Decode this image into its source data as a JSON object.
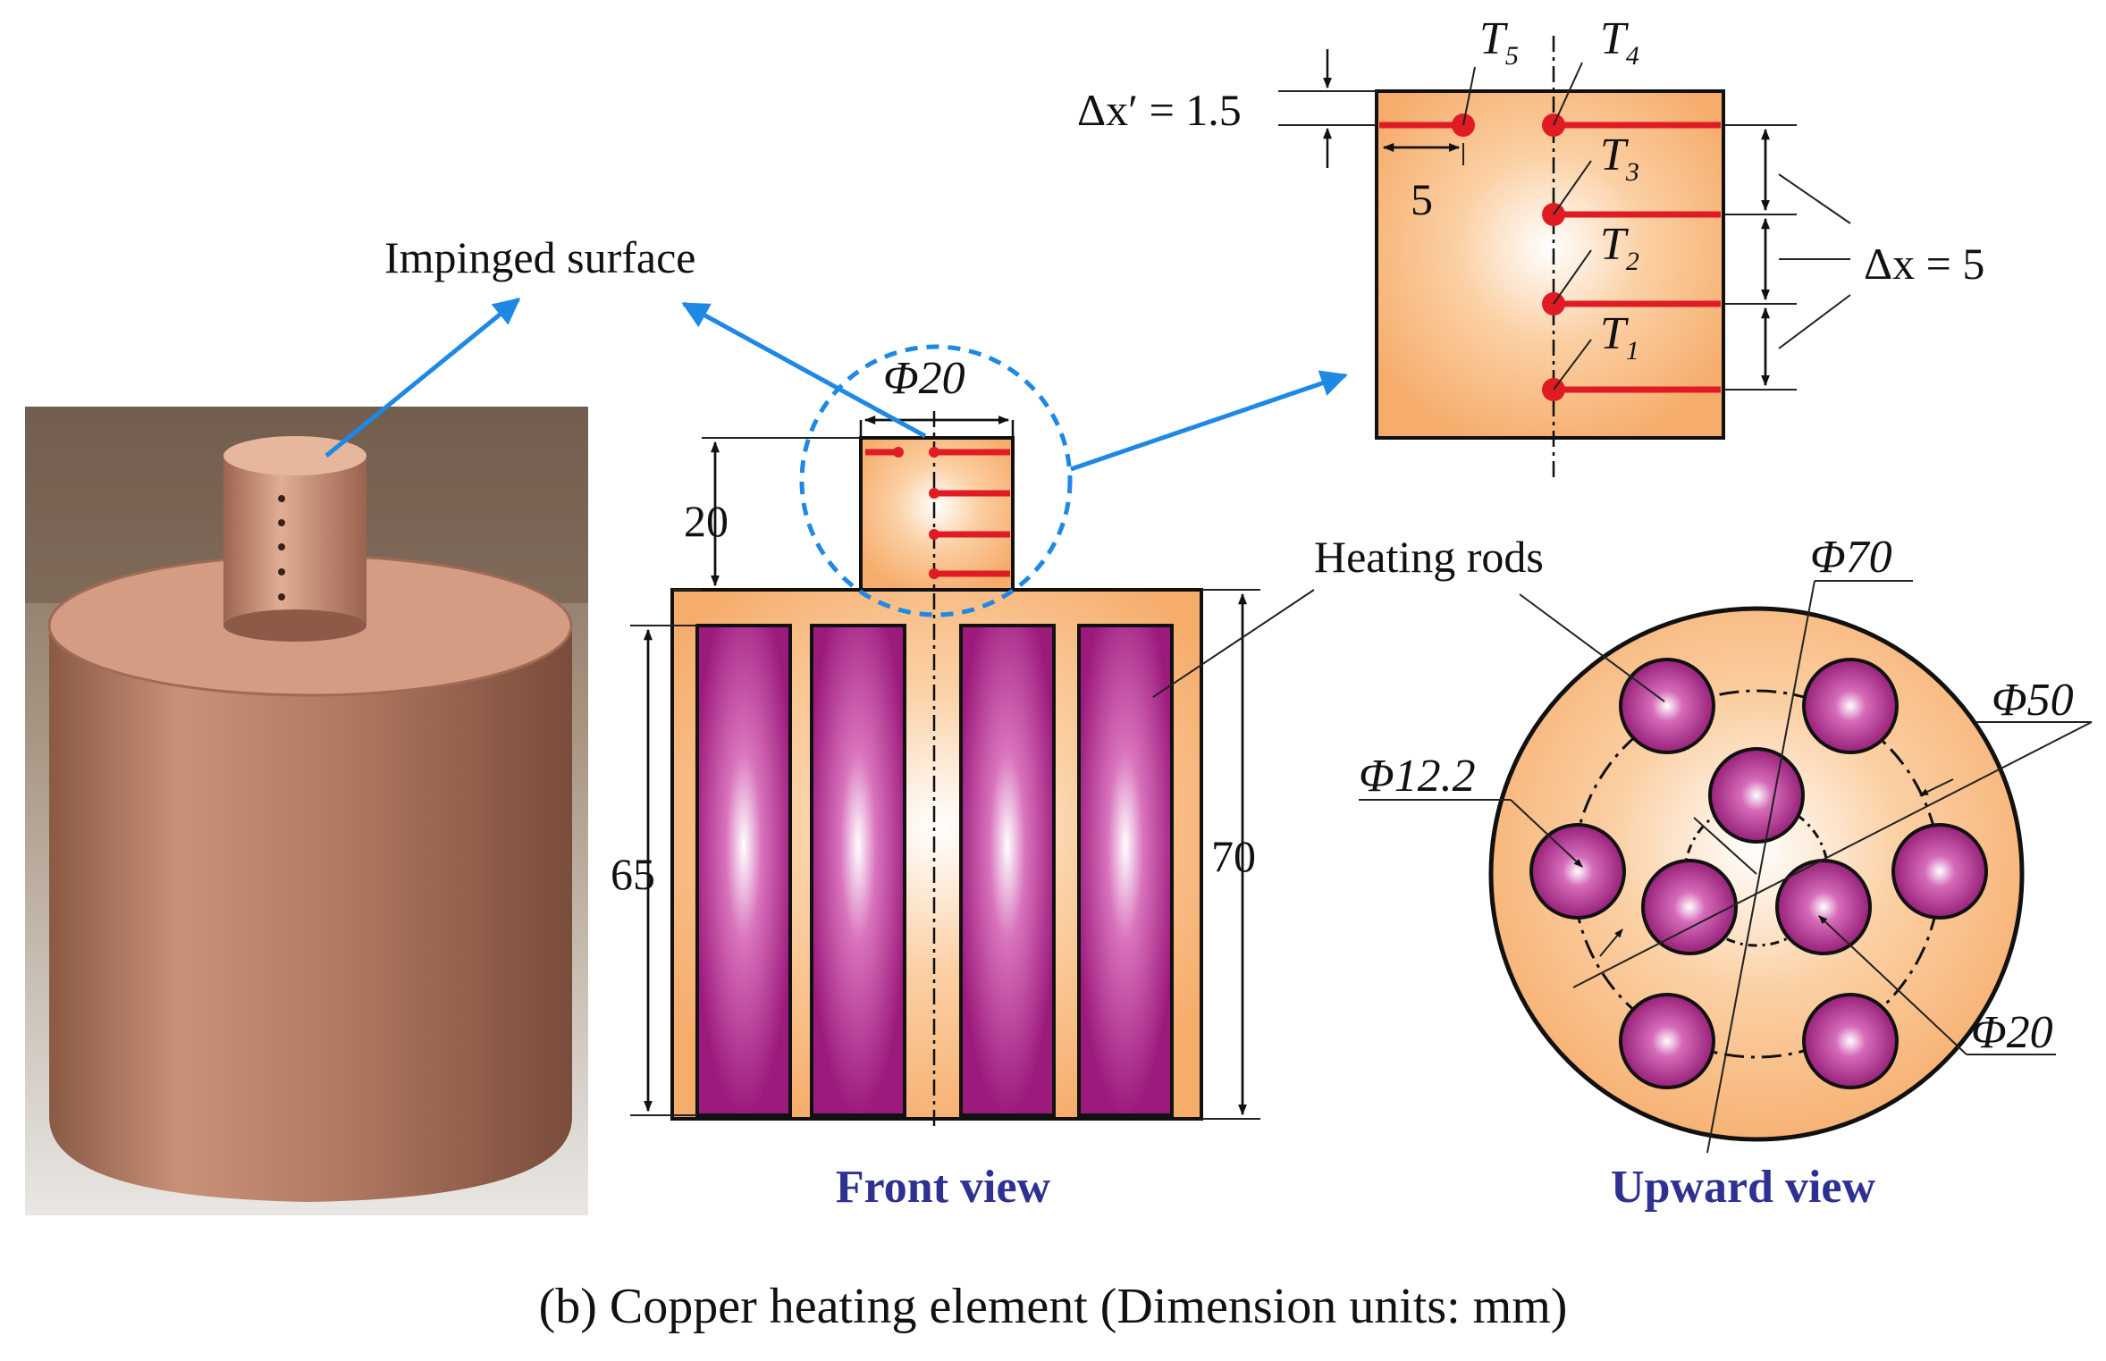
{
  "labels": {
    "impinged_surface": "Impinged surface",
    "heating_rods": "Heating rods",
    "front_view": "Front view",
    "upward_view": "Upward view",
    "caption": "(b) Copper heating element (Dimension units: mm)"
  },
  "dimensions": {
    "phi20_top": "Φ20",
    "height_20": "20",
    "height_65": "65",
    "height_70": "70",
    "phi70": "Φ70",
    "phi50": "Φ50",
    "phi12_2": "Φ12.2",
    "phi20_inner": "Φ20",
    "offset_5": "5"
  },
  "detail": {
    "dx_prime": "Δx′ = 1.5",
    "dx": "Δx = 5",
    "thermocouples": [
      {
        "letter": "T",
        "sub": "5"
      },
      {
        "letter": "T",
        "sub": "4"
      },
      {
        "letter": "T",
        "sub": "3"
      },
      {
        "letter": "T",
        "sub": "2"
      },
      {
        "letter": "T",
        "sub": "1"
      }
    ]
  },
  "colors": {
    "copper_fill": "#f7b57a",
    "rod_fill": "#9c1a7c",
    "thermocouple": "#e01b24",
    "arrow": "#1e88e5",
    "view_label": "#2e3192"
  }
}
